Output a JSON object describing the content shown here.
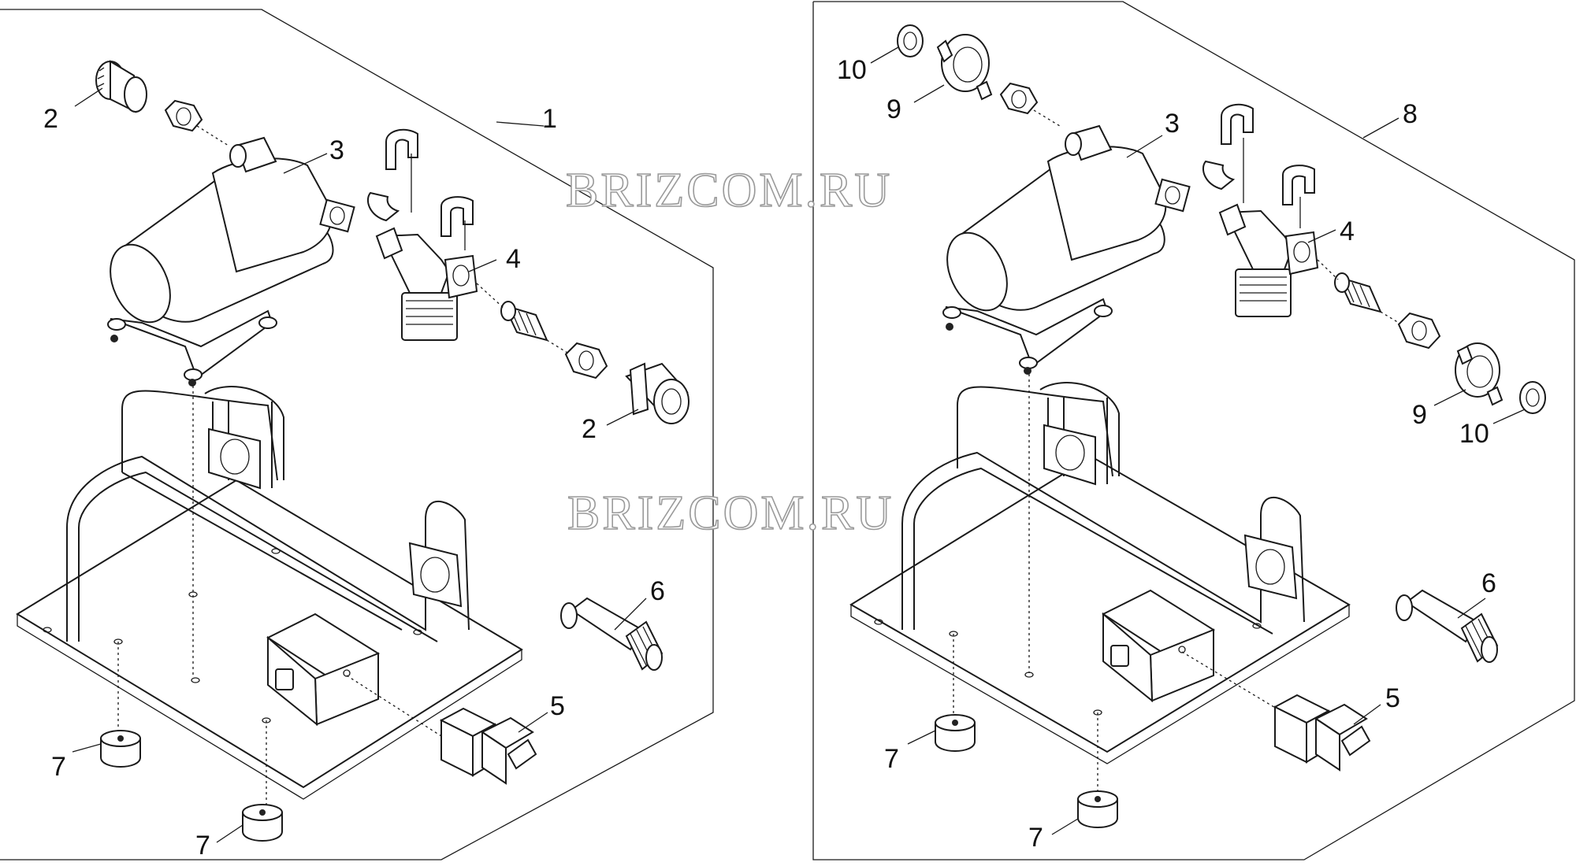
{
  "watermark": "BRIZCOM.RU",
  "left_panel": {
    "callouts": [
      {
        "id": "L1",
        "label": "1"
      },
      {
        "id": "L2a",
        "label": "2"
      },
      {
        "id": "L2b",
        "label": "2"
      },
      {
        "id": "L3",
        "label": "3"
      },
      {
        "id": "L4",
        "label": "4"
      },
      {
        "id": "L5",
        "label": "5"
      },
      {
        "id": "L6",
        "label": "6"
      },
      {
        "id": "L7a",
        "label": "7"
      },
      {
        "id": "L7b",
        "label": "7"
      }
    ]
  },
  "right_panel": {
    "callouts": [
      {
        "id": "R8",
        "label": "8"
      },
      {
        "id": "R10a",
        "label": "10"
      },
      {
        "id": "R9a",
        "label": "9"
      },
      {
        "id": "R3",
        "label": "3"
      },
      {
        "id": "R4",
        "label": "4"
      },
      {
        "id": "R9b",
        "label": "9"
      },
      {
        "id": "R10b",
        "label": "10"
      },
      {
        "id": "R6",
        "label": "6"
      },
      {
        "id": "R5",
        "label": "5"
      },
      {
        "id": "R7a",
        "label": "7"
      },
      {
        "id": "R7b",
        "label": "7"
      }
    ]
  }
}
